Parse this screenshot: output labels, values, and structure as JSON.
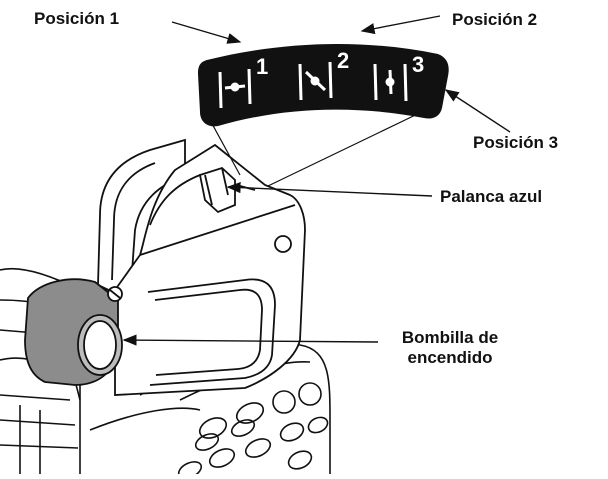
{
  "labels": {
    "pos1": "Posición 1",
    "pos2": "Posición 2",
    "pos3": "Posición 3",
    "lever": "Palanca azul",
    "bulb_line1": "Bombilla de",
    "bulb_line2": "encendido"
  },
  "selector": {
    "numbers": [
      "1",
      "2",
      "3"
    ]
  },
  "colors": {
    "line": "#111111",
    "bulb_fill": "#8c8c8c",
    "badge_fill": "#111111"
  }
}
